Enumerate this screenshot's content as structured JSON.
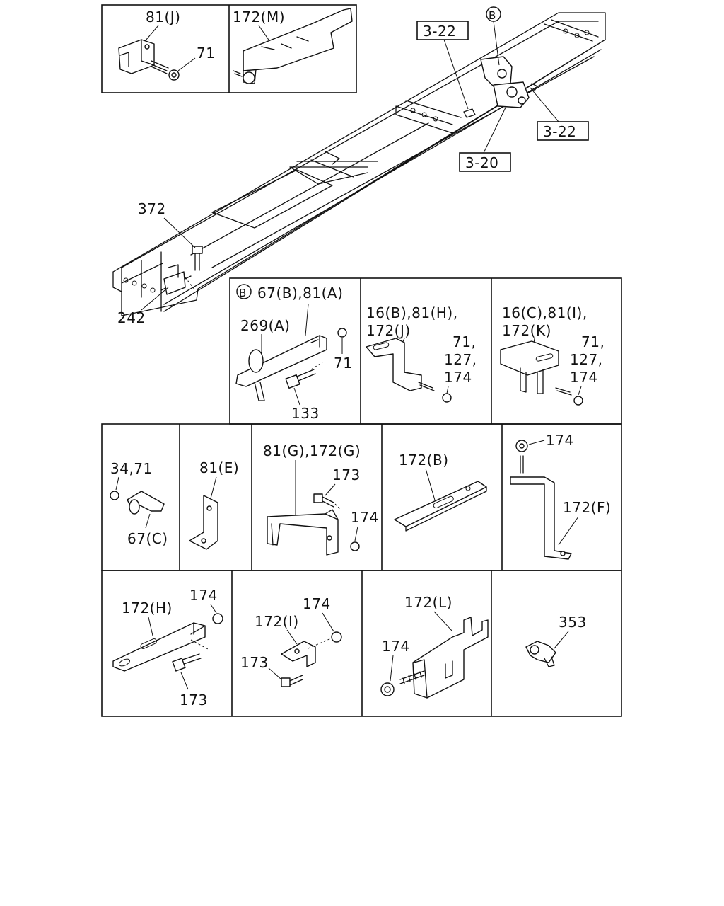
{
  "top_left_panels": {
    "panel_a": {
      "part": "81(J)",
      "fastener": "71"
    },
    "panel_b": {
      "part": "172(M)"
    }
  },
  "frame_view": {
    "refs": {
      "ref_a": "3-22",
      "ref_b": "3-22",
      "ref_c": "3-20"
    },
    "callout_b": "B",
    "labels": {
      "bolt": "372",
      "bracket": "242"
    }
  },
  "row1": {
    "cell_b": {
      "marker": "B",
      "title": "67(B),81(A)",
      "clamp": "269(A)",
      "nut": "71",
      "bolt": "133"
    },
    "cell_j": {
      "line1": "16(B),81(H),",
      "line2": "172(J)",
      "f1": "71,",
      "f2": "127,",
      "f3": "174"
    },
    "cell_k": {
      "line1": "16(C),81(I),",
      "line2": "172(K)",
      "f1": "71,",
      "f2": "127,",
      "f3": "174"
    }
  },
  "row2": {
    "cell_c": {
      "top": "34,71",
      "bottom": "67(C)"
    },
    "cell_e": {
      "label": "81(E)"
    },
    "cell_g": {
      "title": "81(G),172(G)",
      "bolt": "173",
      "nut": "174"
    },
    "cell_b172": {
      "label": "172(B)"
    },
    "cell_f": {
      "nut": "174",
      "label": "172(F)"
    }
  },
  "row3": {
    "cell_h": {
      "label": "172(H)",
      "nut": "174",
      "bolt": "173"
    },
    "cell_i": {
      "label": "172(I)",
      "nut": "174",
      "bolt": "173"
    },
    "cell_l": {
      "label": "172(L)",
      "nut": "174"
    },
    "cell_353": {
      "label": "353"
    }
  },
  "colors": {
    "line": "#111111",
    "background": "#ffffff"
  }
}
